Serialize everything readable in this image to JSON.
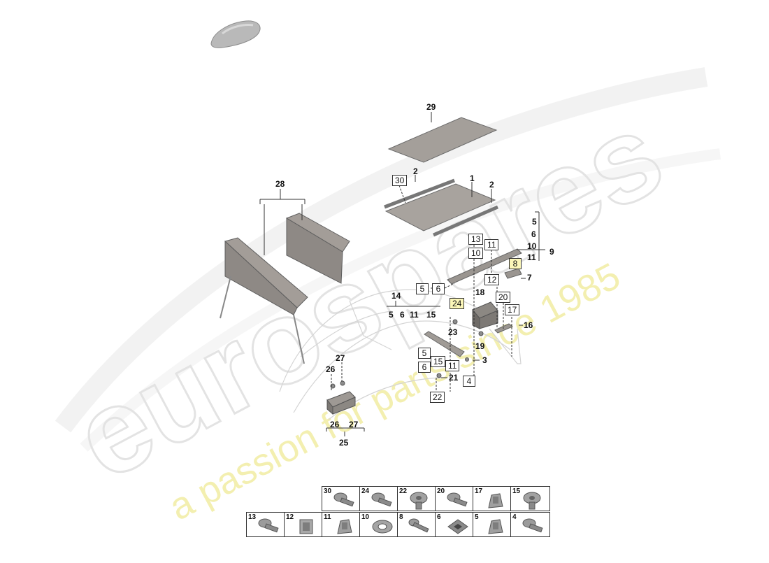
{
  "watermark": {
    "brand": "eurospares",
    "tagline": "a passion for parts since 1985",
    "accent_color": "#f0ea8a"
  },
  "callouts": {
    "c29": "29",
    "c28": "28",
    "c30": "30",
    "c2a": "2",
    "c1": "1",
    "c2b": "2",
    "c5a": "5",
    "c6a": "6",
    "c10a": "10",
    "c11a": "11",
    "c9": "9",
    "c13": "13",
    "c10b": "10",
    "c11b": "11",
    "c8": "8",
    "c7": "7",
    "c12": "12",
    "c5b": "5",
    "c6b": "6",
    "c18": "18",
    "c14": "14",
    "c5c": "5",
    "c6c": "6",
    "c11c": "11",
    "c15a": "15",
    "c24": "24",
    "c20": "20",
    "c17": "17",
    "c16": "16",
    "c23": "23",
    "c19": "19",
    "c5d": "5",
    "c6d": "6",
    "c15b": "15",
    "c11d": "11",
    "c3": "3",
    "c21": "21",
    "c4": "4",
    "c22": "22",
    "c27a": "27",
    "c26a": "26",
    "c26b": "26",
    "c27b": "27",
    "c25": "25"
  },
  "legend": {
    "row1": [
      {
        "num": "30",
        "icon": "screw-icon"
      },
      {
        "num": "24",
        "icon": "screw-icon"
      },
      {
        "num": "22",
        "icon": "rivet-icon"
      },
      {
        "num": "20",
        "icon": "screw-icon"
      },
      {
        "num": "17",
        "icon": "clip-icon"
      },
      {
        "num": "15",
        "icon": "rivet-icon"
      }
    ],
    "row2": [
      {
        "num": "13",
        "icon": "screw-icon"
      },
      {
        "num": "12",
        "icon": "bracket-icon"
      },
      {
        "num": "11",
        "icon": "clip-icon"
      },
      {
        "num": "10",
        "icon": "washer-icon"
      },
      {
        "num": "8",
        "icon": "bolt-icon"
      },
      {
        "num": "6",
        "icon": "pad-icon"
      },
      {
        "num": "5",
        "icon": "clip-icon"
      },
      {
        "num": "4",
        "icon": "screw-icon"
      }
    ]
  }
}
